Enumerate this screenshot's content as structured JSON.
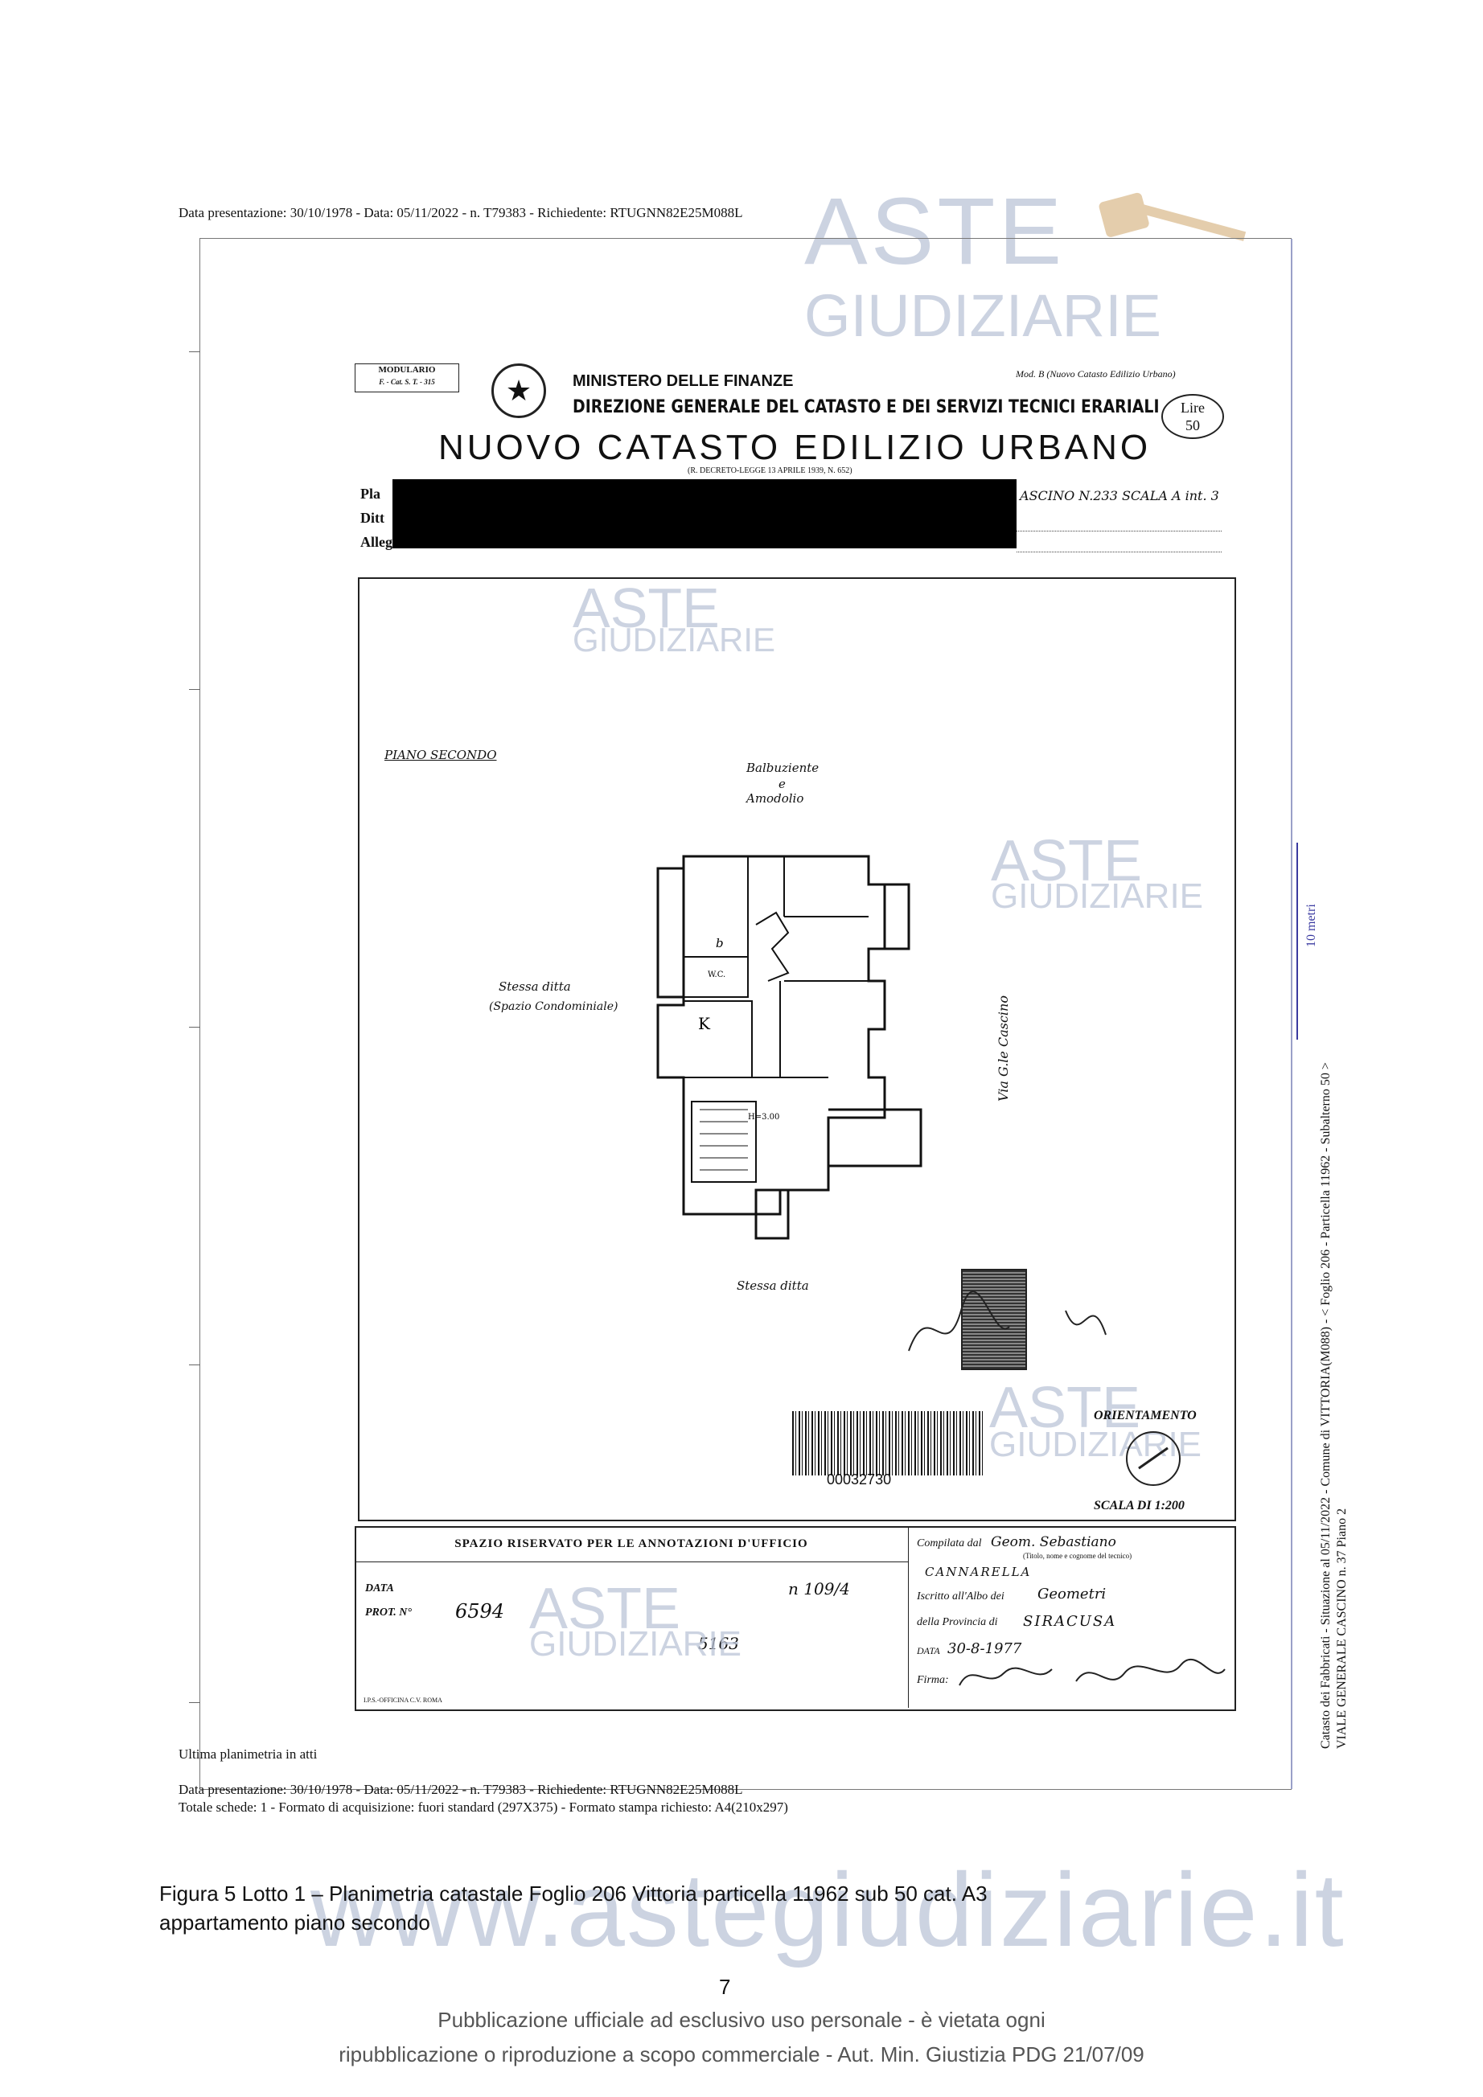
{
  "header": {
    "line": "Data presentazione: 30/10/1978 - Data: 05/11/2022 - n. T79383 - Richiedente: RTUGNN82E25M088L"
  },
  "watermark": {
    "title1": "ASTE",
    "title2": "GIUDIZIARIE",
    "url": "www.astegiudiziarie.it"
  },
  "form": {
    "modulario": "MODULARIO",
    "modulario_code": "F. - Cat. S. T. - 315",
    "ministero": "MINISTERO DELLE FINANZE",
    "direzione": "DIREZIONE GENERALE DEL CATASTO E DEI SERVIZI TECNICI ERARIALI",
    "title": "NUOVO CATASTO EDILIZIO URBANO",
    "decreto": "(R. DECRETO-LEGGE 13 APRILE 1939, N. 652)",
    "mod_b": "Mod. B (Nuovo Catasto Edilizio Urbano)",
    "lire": "Lire",
    "lire_value": "50",
    "field_pla": "Pla",
    "field_ditt": "Ditt",
    "field_alleg": "Alleg",
    "address_handwritten": "ASCINO N.233 SCALA A int. 3"
  },
  "plan": {
    "piano": "PIANO SECONDO",
    "north_neighbor_1": "Balbuziente",
    "north_neighbor_e": "e",
    "north_neighbor_2": "Amodolio",
    "west_neighbor": "Stessa ditta",
    "west_neighbor_note": "(Spazio Condominiale)",
    "south_neighbor": "Stessa ditta",
    "street": "Via G.le Cascino",
    "room_b": "b",
    "room_wc": "W.C.",
    "room_k": "K",
    "height": "H=3.00",
    "barcode_number": "00032730",
    "orientamento": "ORIENTAMENTO",
    "scala": "SCALA DI 1:200"
  },
  "annotations": {
    "title": "SPAZIO RISERVATO PER LE ANNOTAZIONI D'UFFICIO",
    "data_label": "DATA",
    "prot_label": "PROT. N°",
    "prot_value": "6594",
    "num1": "n 109/4",
    "num2": "5163",
    "printer": "I.P.S.-OFFICINA C.V. ROMA",
    "compilata_label": "Compilata dal",
    "compilata_value": "Geom. Sebastiano",
    "compilata_sub": "(Titolo, nome e cognome del tecnico)",
    "compilata_value2": "CANNARELLA",
    "iscritto_label": "Iscritto all'Albo dei",
    "iscritto_value": "Geometri",
    "provincia_label": "della Provincia di",
    "provincia_value": "SIRACUSA",
    "data2_label": "DATA",
    "data2_value": "30-8-1977",
    "firma_label": "Firma:"
  },
  "side": {
    "scale": "10 metri",
    "catasto": "Catasto dei Fabbricati - Situazione al 05/11/2022 - Comune di VITTORIA(M088) - < Foglio 206 - Particella 11962 - Subalterno 50 >",
    "address": "VIALE GENERALE CASCINO n. 37 Piano 2"
  },
  "footer": {
    "ultima": "Ultima planimetria in atti",
    "line1": "Data presentazione: 30/10/1978 - Data: 05/11/2022 - n. T79383 - Richiedente: RTUGNN82E25M088L",
    "line2": "Totale schede: 1 - Formato di acquisizione: fuori standard (297X375) - Formato stampa richiesto: A4(210x297)"
  },
  "caption": {
    "line1": "Figura 5 Lotto 1 – Planimetria catastale Foglio 206 Vittoria particella 11962 sub 50 cat. A3",
    "line2": "appartamento piano secondo"
  },
  "page_number": "7",
  "publication": {
    "line1": "Pubblicazione ufficiale ad esclusivo uso personale - è vietata ogni",
    "line2": "ripubblicazione o riproduzione a scopo commerciale - Aut. Min. Giustizia PDG 21/07/09"
  }
}
